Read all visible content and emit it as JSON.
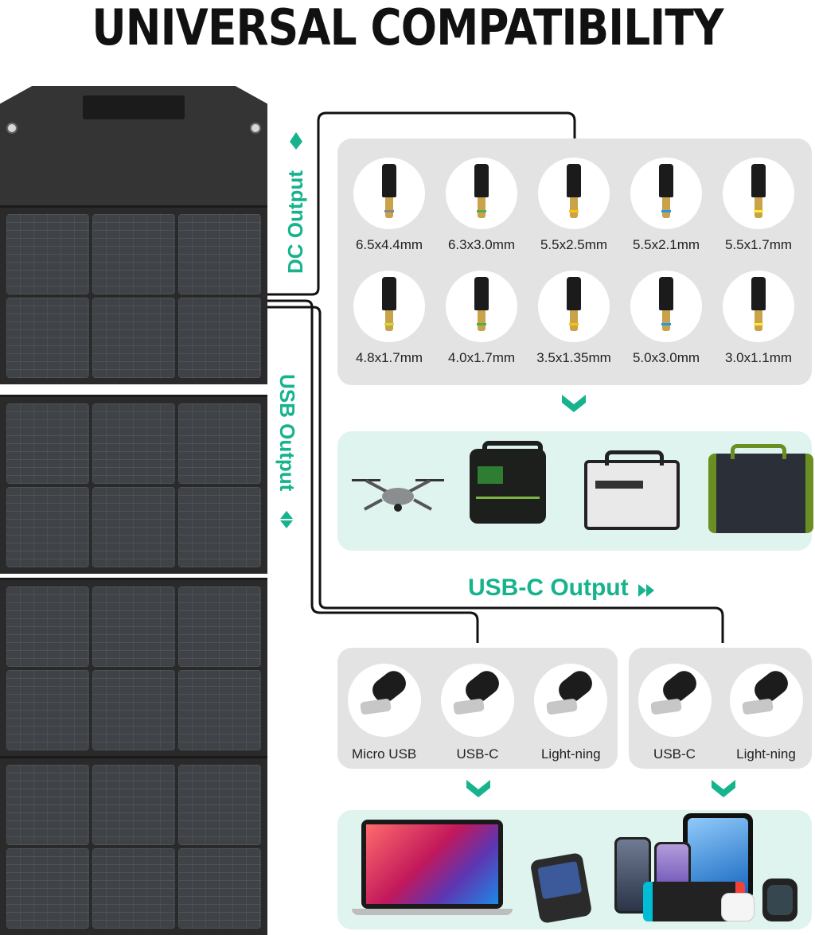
{
  "title": "UNIVERSAL COMPATIBILITY",
  "labels": {
    "dc_output": "DC Output",
    "usb_output": "USB Output",
    "usbc_output": "USB-C Output"
  },
  "dc_connectors": [
    {
      "label": "6.5x4.4mm"
    },
    {
      "label": "6.3x3.0mm"
    },
    {
      "label": "5.5x2.5mm"
    },
    {
      "label": "5.5x2.1mm"
    },
    {
      "label": "5.5x1.7mm"
    },
    {
      "label": "4.8x1.7mm"
    },
    {
      "label": "4.0x1.7mm"
    },
    {
      "label": "3.5x1.35mm"
    },
    {
      "label": "5.0x3.0mm"
    },
    {
      "label": "3.0x1.1mm"
    }
  ],
  "usb_connectors": [
    {
      "label": "Micro USB"
    },
    {
      "label": "USB-C"
    },
    {
      "label": "Light-ning"
    }
  ],
  "usbc_connectors": [
    {
      "label": "USB-C"
    },
    {
      "label": "Light-ning"
    }
  ],
  "colors": {
    "accent": "#16b38d",
    "gray_box": "#e3e3e3",
    "mint_box": "#dff4ef"
  }
}
